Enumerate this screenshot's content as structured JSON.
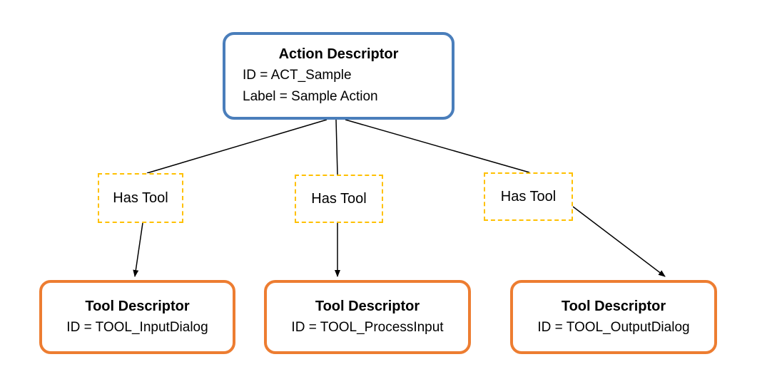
{
  "diagram": {
    "action": {
      "title": "Action Descriptor",
      "line1": "ID = ACT_Sample",
      "line2": "Label = Sample Action"
    },
    "relations": [
      {
        "label": "Has Tool"
      },
      {
        "label": "Has Tool"
      },
      {
        "label": "Has Tool"
      }
    ],
    "tools": [
      {
        "title": "Tool Descriptor",
        "id_line": "ID = TOOL_InputDialog"
      },
      {
        "title": "Tool Descriptor",
        "id_line": "ID = TOOL_ProcessInput"
      },
      {
        "title": "Tool Descriptor",
        "id_line": "ID = TOOL_OutputDialog"
      }
    ],
    "colors": {
      "action_border": "#4a7ebb",
      "tool_border": "#ed7d31",
      "relation_border": "#ffc000",
      "connector": "#000000"
    }
  }
}
